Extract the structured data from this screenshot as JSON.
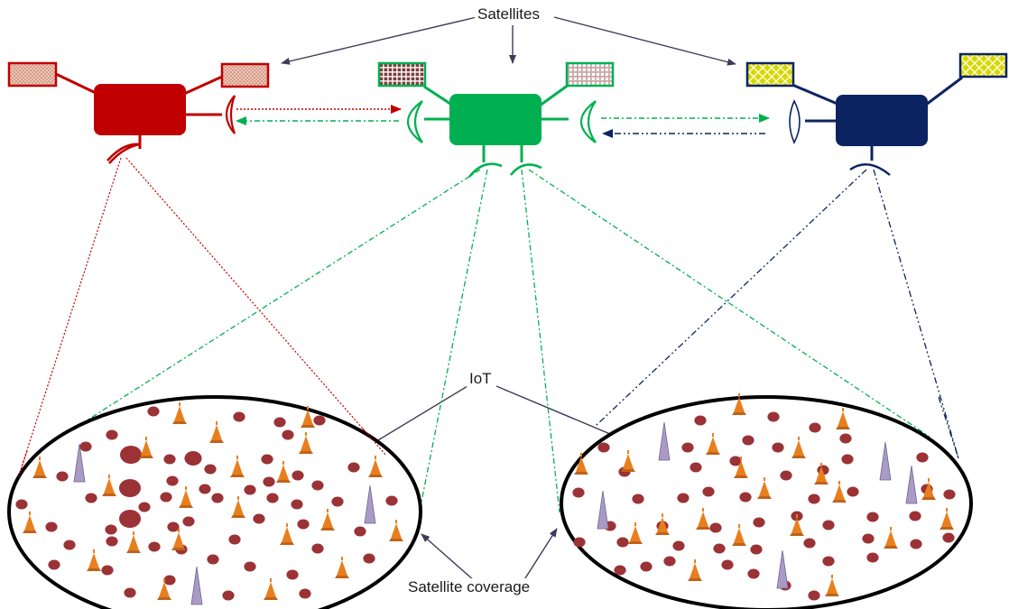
{
  "labels": {
    "satellites": "Satellites",
    "iot": "IoT",
    "satellite_coverage": "Satellite coverage"
  },
  "colors": {
    "satellite_red": "#c00000",
    "satellite_green": "#00b050",
    "satellite_navy": "#0c2461",
    "arrow_gray": "#3f3a5a",
    "node_dot": "#9b3236",
    "node_cone": "#e87f1e",
    "node_spike": "#a99bc6",
    "coverage_border": "#000000"
  },
  "icons": {
    "satellite": "satellite-icon",
    "solar_panel": "solar-panel-icon",
    "antenna": "antenna-dish-icon",
    "iot_dot": "iot-dot-node-icon",
    "iot_tower": "iot-tower-node-icon",
    "iot_spike": "iot-spike-node-icon"
  }
}
